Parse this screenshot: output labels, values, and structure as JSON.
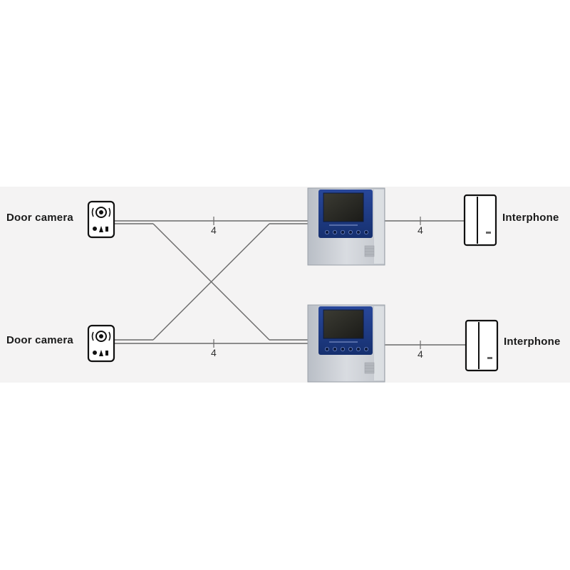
{
  "labels": {
    "door_camera_top": "Door camera",
    "door_camera_bottom": "Door camera",
    "interphone_top": "Interphone",
    "interphone_bottom": "Interphone"
  },
  "wire_counts": {
    "cam_top": "4",
    "cam_bottom": "4",
    "int_top": "4",
    "int_bottom": "4"
  },
  "colors": {
    "background_band": "#f4f3f3",
    "wire": "#6a6a6a",
    "monitor_body": "#c6cad0",
    "monitor_panel": "#1e3a8a",
    "monitor_screen": "#2b2b26"
  }
}
